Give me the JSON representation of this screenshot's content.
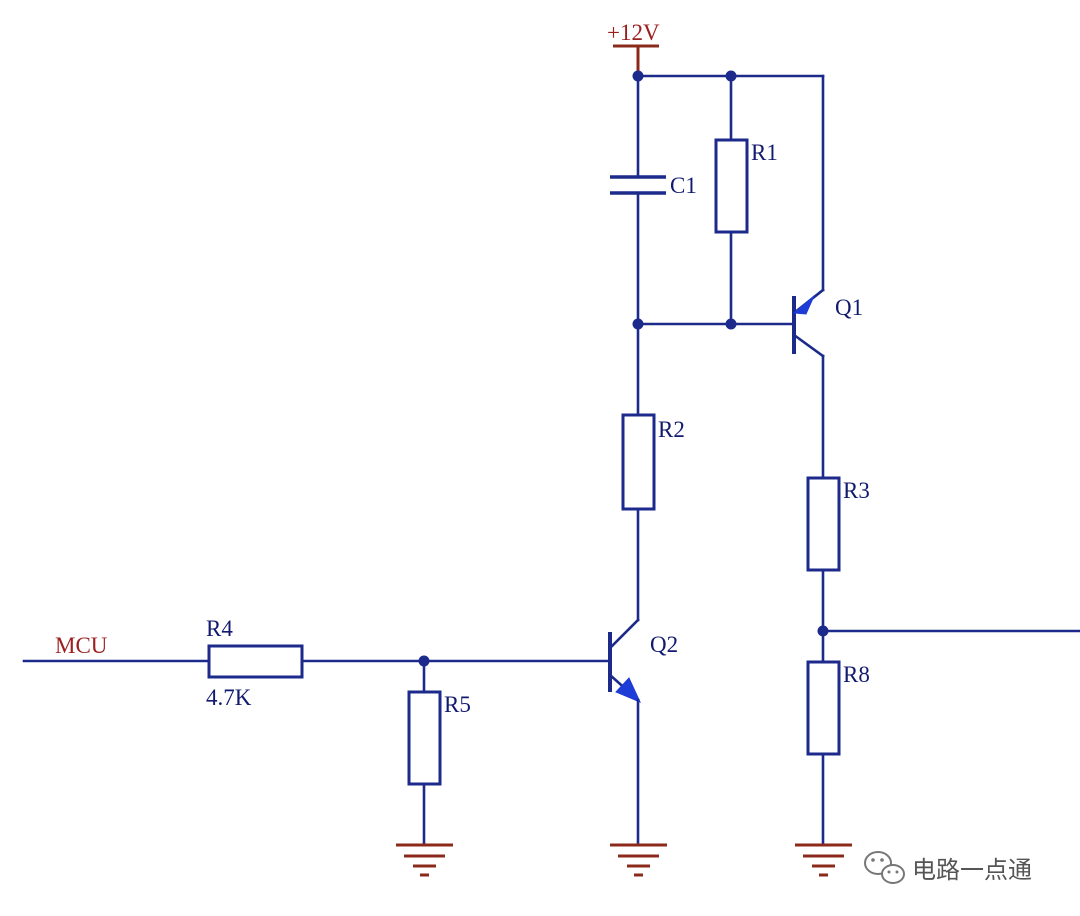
{
  "supply": {
    "label": "+12V"
  },
  "input_net": {
    "label": "MCU"
  },
  "components": {
    "C1": {
      "label": "C1"
    },
    "R1": {
      "label": "R1"
    },
    "R2": {
      "label": "R2"
    },
    "R3": {
      "label": "R3"
    },
    "R4": {
      "label": "R4",
      "value": "4.7K"
    },
    "R5": {
      "label": "R5"
    },
    "R8": {
      "label": "R8"
    },
    "Q1": {
      "label": "Q1",
      "type": "PNP"
    },
    "Q2": {
      "label": "Q2",
      "type": "NPN"
    }
  },
  "watermark": {
    "text": "电路一点通",
    "icon": "wechat-icon"
  },
  "colors": {
    "wire": "#1c2a8c",
    "net_label": "#9b1f1f",
    "ground": "#8b2a1a",
    "arrow": "#1e3cd6"
  }
}
